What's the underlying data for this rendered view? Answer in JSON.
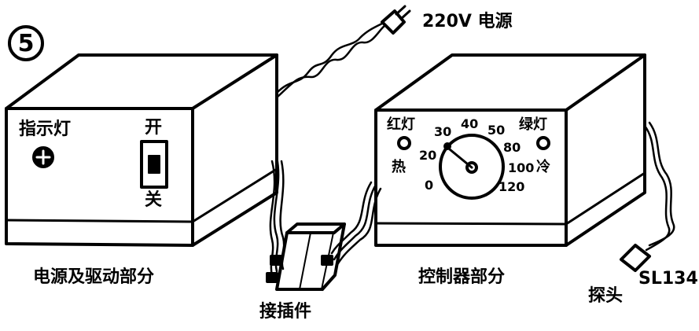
{
  "figure_number": "5",
  "labels": {
    "power_source": "220V 电源",
    "indicator_light": "指示灯",
    "switch_on": "开",
    "switch_off": "关",
    "left_box": "电源及驱动部分",
    "red_light": "红灯",
    "green_light": "绿灯",
    "hot": "热",
    "cold": "冷",
    "right_box": "控制器部分",
    "connector": "接插件",
    "sensor_model": "SL134",
    "probe": "探头"
  },
  "dial_ticks": [
    "0",
    "20",
    "30",
    "40",
    "50",
    "80",
    "100",
    "120"
  ]
}
